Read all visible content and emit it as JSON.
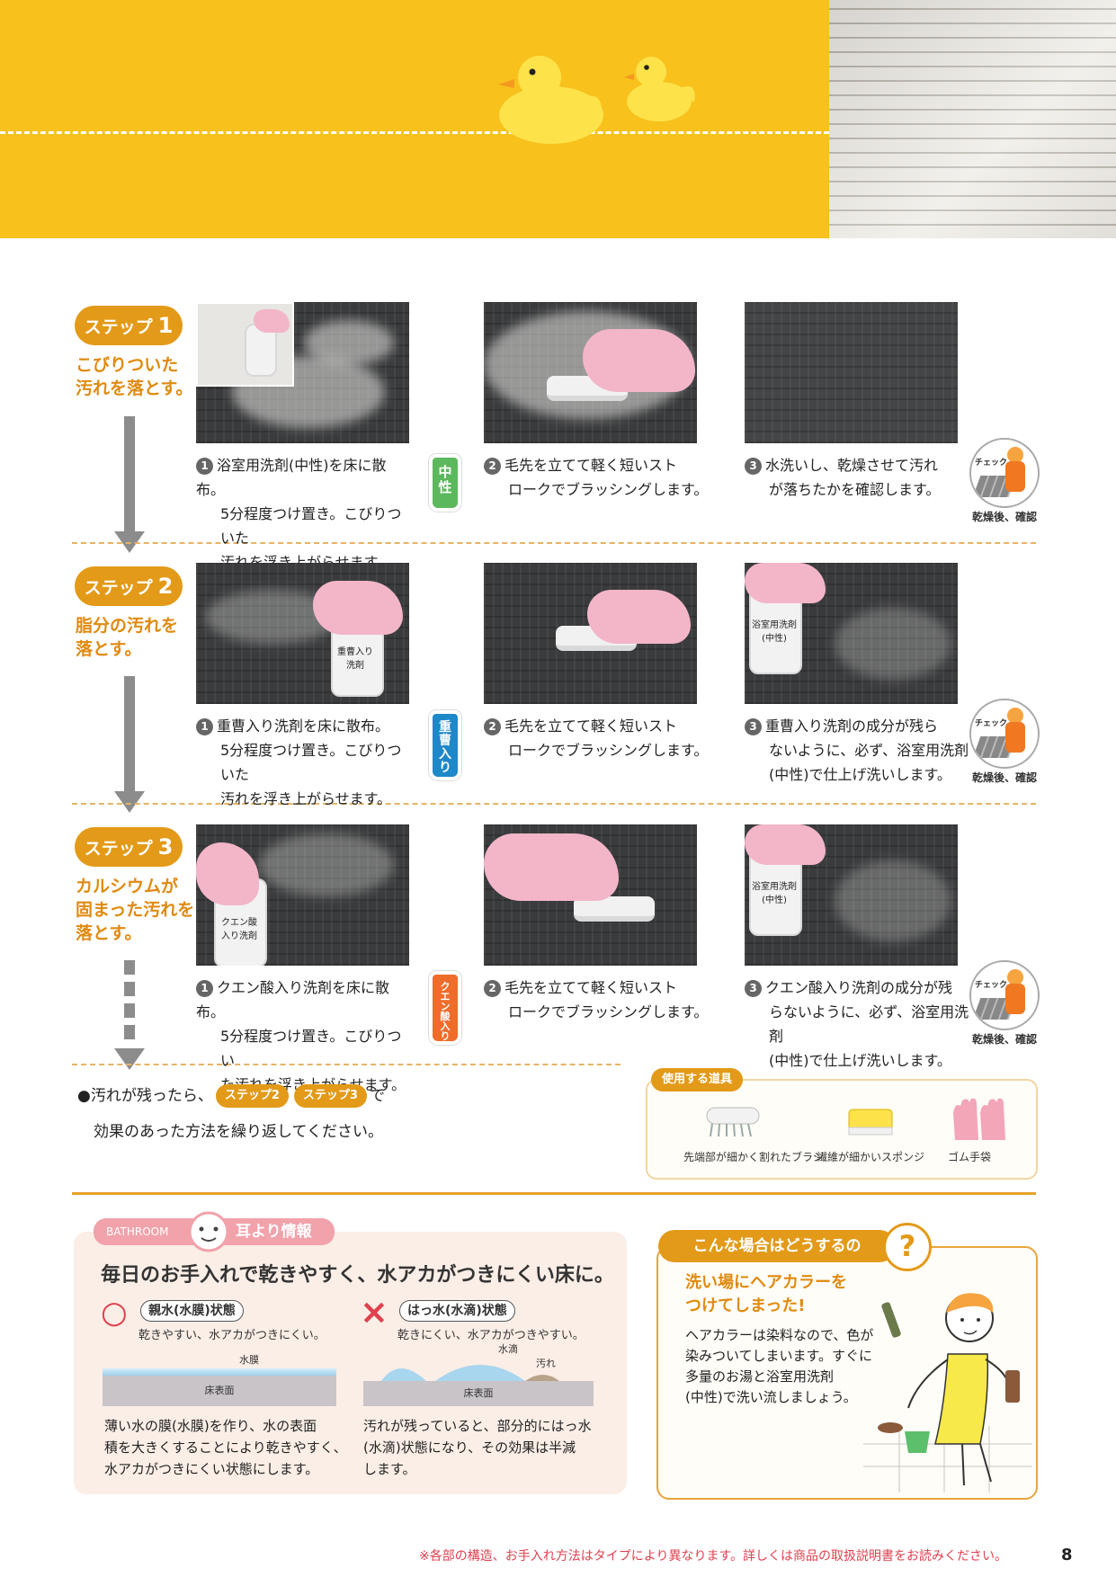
{
  "steps": [
    {
      "badge_label": "ステップ",
      "badge_num": "1",
      "title_lines": [
        "こびりついた",
        "汚れを落とす。"
      ],
      "captions": [
        {
          "num": "1",
          "lines": [
            "浴室用洗剤(中性)を床に散布。",
            "5分程度つけ置き。こびりついた",
            "汚れを浮き上がらせます。"
          ]
        },
        {
          "num": "2",
          "lines": [
            "毛先を立てて軽く短いスト",
            "ロークでブラッシングします。"
          ]
        },
        {
          "num": "3",
          "lines": [
            "水洗いし、乾燥させて汚れ",
            "が落ちたかを確認します。"
          ]
        }
      ],
      "detergent": {
        "text": "中性",
        "color": "#5cb85c"
      },
      "check_mark": "チェック",
      "check_label": "乾燥後、確認"
    },
    {
      "badge_label": "ステップ",
      "badge_num": "2",
      "title_lines": [
        "脂分の汚れを",
        "落とす。"
      ],
      "captions": [
        {
          "num": "1",
          "lines": [
            "重曹入り洗剤を床に散布。",
            "5分程度つけ置き。こびりついた",
            "汚れを浮き上がらせます。"
          ]
        },
        {
          "num": "2",
          "lines": [
            "毛先を立てて軽く短いスト",
            "ロークでブラッシングします。"
          ]
        },
        {
          "num": "3",
          "lines": [
            "重曹入り洗剤の成分が残ら",
            "ないように、必ず、浴室用洗剤",
            "(中性)で仕上げ洗いします。"
          ]
        }
      ],
      "detergent": {
        "text": "重曹入り",
        "color": "#1e88c9"
      },
      "check_mark": "チェック",
      "check_label": "乾燥後、確認"
    },
    {
      "badge_label": "ステップ",
      "badge_num": "3",
      "title_lines": [
        "カルシウムが",
        "固まった汚れを",
        "落とす。"
      ],
      "captions": [
        {
          "num": "1",
          "lines": [
            "クエン酸入り洗剤を床に散布。",
            "5分程度つけ置き。こびりつい",
            "た汚れを浮き上がらせます。"
          ]
        },
        {
          "num": "2",
          "lines": [
            "毛先を立てて軽く短いスト",
            "ロークでブラッシングします。"
          ]
        },
        {
          "num": "3",
          "lines": [
            "クエン酸入り洗剤の成分が残",
            "らないように、必ず、浴室用洗剤",
            "(中性)で仕上げ洗いします。"
          ]
        }
      ],
      "detergent": {
        "text": "クエン酸入り",
        "color": "#ef6c2a"
      },
      "check_mark": "チェック",
      "check_label": "乾燥後、確認"
    }
  ],
  "photo_labels": {
    "neutral_bottle": "浴室用洗剤(中性)",
    "soda_bottle": "重曹入り洗剤",
    "citric_bottle": "クエン酸入り洗剤"
  },
  "repeat_note": {
    "prefix": "●汚れが残ったら、",
    "badge_a": "ステップ2",
    "badge_b": "ステップ3",
    "suffix": "で",
    "line2": "効果のあった方法を繰り返してください。"
  },
  "tools": {
    "label": "使用する道具",
    "items": [
      "先端部が細かく割れたブラシ",
      "繊維が細かいスポンジ",
      "ゴム手袋"
    ]
  },
  "info": {
    "tag_en": "BATHROOM",
    "tag_jp": "耳より情報",
    "heading": "毎日のお手入れで乾きやすく、水アカがつきにくい床に。",
    "good": {
      "symbol": "○",
      "state": "親水(水膜)状態",
      "sub": "乾きやすい、水アカがつきにくい。",
      "label_film": "水膜",
      "label_floor": "床表面",
      "body": [
        "薄い水の膜(水膜)を作り、水の表面",
        "積を大きくすることにより乾きやすく、",
        "水アカがつきにくい状態にします。"
      ]
    },
    "bad": {
      "symbol": "×",
      "state": "はっ水(水滴)状態",
      "sub": "乾きにくい、水アカがつきやすい。",
      "label_drop": "水滴",
      "label_dirt": "汚れ",
      "label_floor": "床表面",
      "body": [
        "汚れが残っていると、部分的にはっ水",
        "(水滴)状態になり、その効果は半減",
        "します。"
      ]
    }
  },
  "qa": {
    "header": "こんな場合はどうするの",
    "mark": "?",
    "title_lines": [
      "洗い場にヘアカラーを",
      "つけてしまった!"
    ],
    "body": [
      "ヘアカラーは染料なので、色が",
      "染みついてしまいます。すぐに",
      "多量のお湯と浴室用洗剤",
      "(中性)で洗い流しましょう。"
    ]
  },
  "footnote": "※各部の構造、お手入れ方法はタイプにより異なります。詳しくは商品の取扱説明書をお読みください。",
  "page_number": "8",
  "colors": {
    "header_yellow": "#f8c11c",
    "accent_orange": "#e39a18",
    "footnote_red": "#e0404f"
  }
}
